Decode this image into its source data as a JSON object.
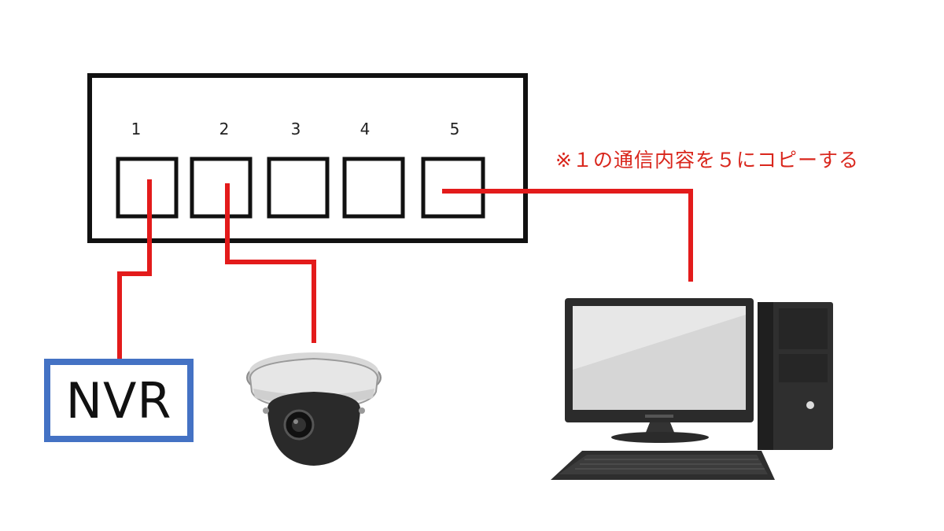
{
  "switch": {
    "ports": [
      {
        "label": "1"
      },
      {
        "label": "2"
      },
      {
        "label": "3"
      },
      {
        "label": "4"
      },
      {
        "label": "5"
      }
    ]
  },
  "note": "※１の通信内容を５にコピーする",
  "devices": {
    "nvr_label": "NVR",
    "camera_icon": "dome-camera-icon",
    "pc_icon": "desktop-pc-icon"
  },
  "colors": {
    "cable": "#e31b1b",
    "note_text": "#d9261c",
    "nvr_border": "#4472c4"
  }
}
